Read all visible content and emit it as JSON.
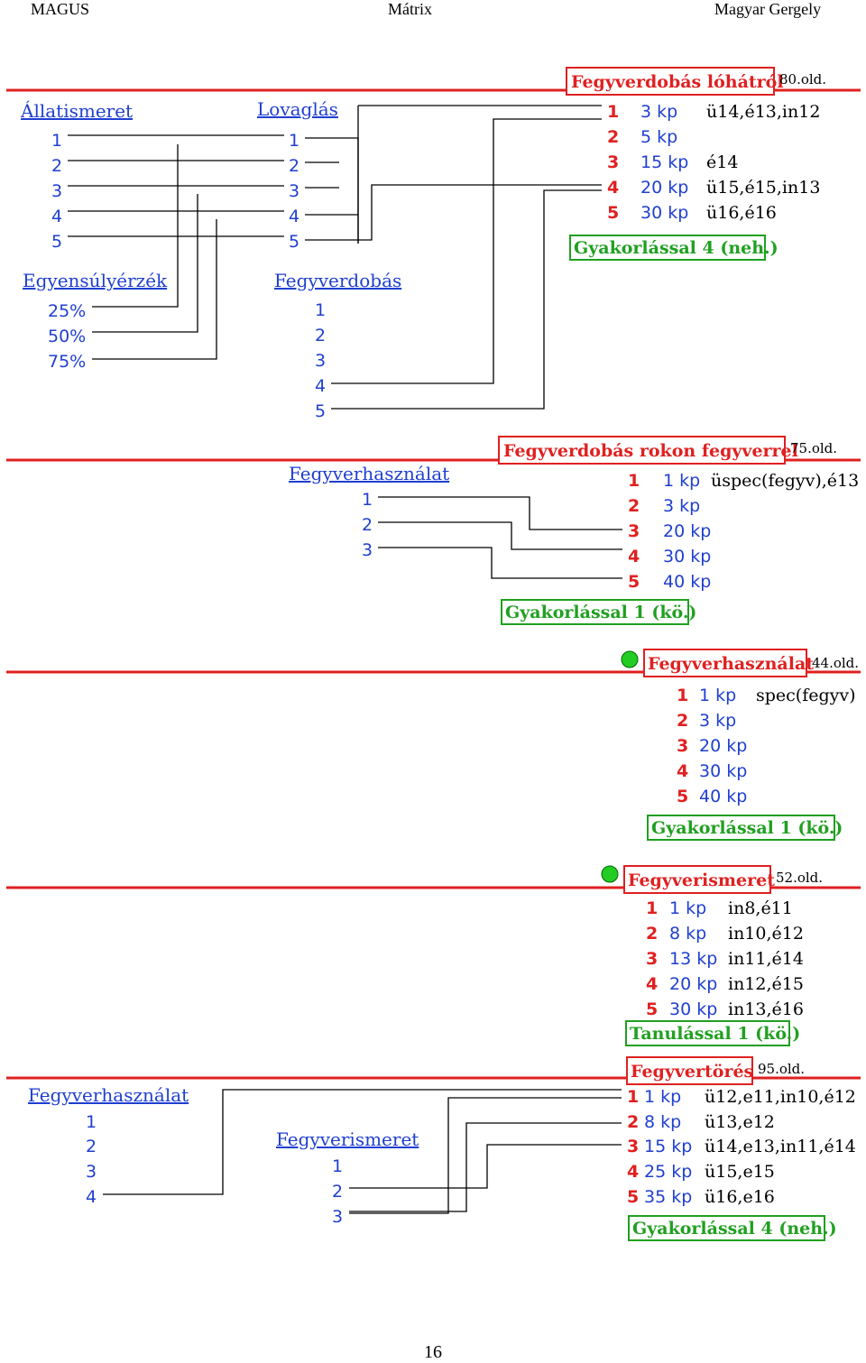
{
  "header": {
    "left": "MAGUS",
    "center": "Mátrix",
    "right": "Magyar Gergely"
  },
  "footer": {
    "page": "16"
  },
  "sections": {
    "s1": {
      "target_title": "Fegyverdobás lóhátról",
      "target_ref": "80.old.",
      "rows": [
        {
          "n": "1",
          "kp": "3 kp",
          "req": "ü14,é13,in12"
        },
        {
          "n": "2",
          "kp": "5 kp",
          "req": ""
        },
        {
          "n": "3",
          "kp": "15 kp",
          "req": "é14"
        },
        {
          "n": "4",
          "kp": "20 kp",
          "req": "ü15,é15,in13"
        },
        {
          "n": "5",
          "kp": "30 kp",
          "req": "ü16,é16"
        }
      ],
      "practice": "Gyakorlással 4 (neh.)",
      "src_allat": {
        "title": "Állatismeret",
        "items": [
          "1",
          "2",
          "3",
          "4",
          "5"
        ]
      },
      "src_lovag": {
        "title": "Lovaglás",
        "items": [
          "1",
          "2",
          "3",
          "4",
          "5"
        ]
      },
      "src_egyens": {
        "title": "Egyensúlyérzék",
        "items": [
          "25%",
          "50%",
          "75%"
        ]
      },
      "src_fegyverdobas": {
        "title": "Fegyverdobás",
        "items": [
          "1",
          "2",
          "3",
          "4",
          "5"
        ]
      }
    },
    "s2": {
      "target_title": "Fegyverdobás rokon fegyverrel",
      "target_ref": "75.old.",
      "rows": [
        {
          "n": "1",
          "kp": "1 kp",
          "req": "üspec(fegyv),é13"
        },
        {
          "n": "2",
          "kp": "3 kp",
          "req": ""
        },
        {
          "n": "3",
          "kp": "20 kp",
          "req": ""
        },
        {
          "n": "4",
          "kp": "30 kp",
          "req": ""
        },
        {
          "n": "5",
          "kp": "40 kp",
          "req": ""
        }
      ],
      "practice": "Gyakorlással 1 (kö.)",
      "src": {
        "title": "Fegyverhasználat",
        "items": [
          "1",
          "2",
          "3"
        ]
      }
    },
    "s3": {
      "target_title": "Fegyverhasználat",
      "target_ref": "44.old.",
      "rows": [
        {
          "n": "1",
          "kp": "1 kp",
          "req": "spec(fegyv)"
        },
        {
          "n": "2",
          "kp": "3 kp",
          "req": ""
        },
        {
          "n": "3",
          "kp": "20 kp",
          "req": ""
        },
        {
          "n": "4",
          "kp": "30 kp",
          "req": ""
        },
        {
          "n": "5",
          "kp": "40 kp",
          "req": ""
        }
      ],
      "practice": "Gyakorlással 1 (kö.)"
    },
    "s4": {
      "target_title": "Fegyverismeret",
      "target_ref": "52.old.",
      "rows": [
        {
          "n": "1",
          "kp": "1 kp",
          "req": "in8,é11"
        },
        {
          "n": "2",
          "kp": "8 kp",
          "req": "in10,é12"
        },
        {
          "n": "3",
          "kp": "13 kp",
          "req": "in11,é14"
        },
        {
          "n": "4",
          "kp": "20 kp",
          "req": "in12,é15"
        },
        {
          "n": "5",
          "kp": "30 kp",
          "req": "in13,é16"
        }
      ],
      "practice": "Tanulással 1 (kö.)"
    },
    "s5": {
      "target_title": "Fegyvertörés",
      "target_ref": "95.old.",
      "rows": [
        {
          "n": "1",
          "kp": "1 kp",
          "req": "ü12,e11,in10,é12"
        },
        {
          "n": "2",
          "kp": "8 kp",
          "req": "ü13,e12"
        },
        {
          "n": "3",
          "kp": "15 kp",
          "req": "ü14,e13,in11,é14"
        },
        {
          "n": "4",
          "kp": "25 kp",
          "req": "ü15,e15"
        },
        {
          "n": "5",
          "kp": "35 kp",
          "req": "ü16,e16"
        }
      ],
      "practice": "Gyakorlással 4 (neh.)",
      "src_a": {
        "title": "Fegyverhasználat",
        "items": [
          "1",
          "2",
          "3",
          "4"
        ]
      },
      "src_b": {
        "title": "Fegyverismeret",
        "items": [
          "1",
          "2",
          "3"
        ]
      }
    }
  },
  "colors": {
    "red": "#e02020",
    "blue": "#1f3fd0",
    "green": "#20a020",
    "dot": "#22cc22"
  }
}
